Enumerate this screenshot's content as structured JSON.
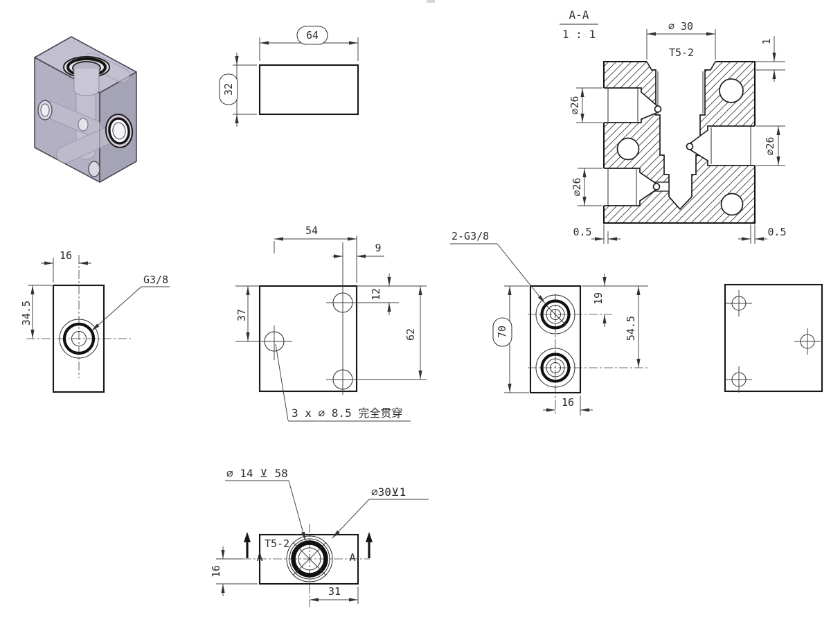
{
  "drawing": {
    "section": {
      "title": "A-A",
      "scale": "1 : 1",
      "d30": "∅ 30",
      "cavity": "T5-2",
      "d1": "1",
      "d26_left_top": "∅26",
      "d26_left_bottom": "∅26",
      "d26_right": "∅26",
      "d05_left": "0.5",
      "d05_right": "0.5"
    },
    "top": {
      "width": "64",
      "height": "32"
    },
    "left": {
      "d16": "16",
      "d34_5": "34.5",
      "port": "G3/8"
    },
    "front": {
      "d54": "54",
      "d9": "9",
      "d12": "12",
      "d37": "37",
      "d62": "62",
      "note": "3 x ∅ 8.5 完全贯穿"
    },
    "right": {
      "label": "2-G3/8",
      "d70": "70",
      "d19": "19",
      "d54_5": "54.5",
      "d16": "16"
    },
    "bottom": {
      "note_d14": "∅ 14 ⊻ 58",
      "note_d30": "∅30⊻1",
      "cavity": "T5-2",
      "sec_a_left": "A",
      "sec_a_right": "A",
      "d16": "16",
      "d31": "31"
    },
    "colors": {
      "body": "#b2b0c2",
      "body_top": "#c1bfd0",
      "body_right": "#a5a3b6",
      "line": "#161616",
      "dimline": "#3c3c3c",
      "port_ring_pink": "#d4c6d6"
    }
  }
}
